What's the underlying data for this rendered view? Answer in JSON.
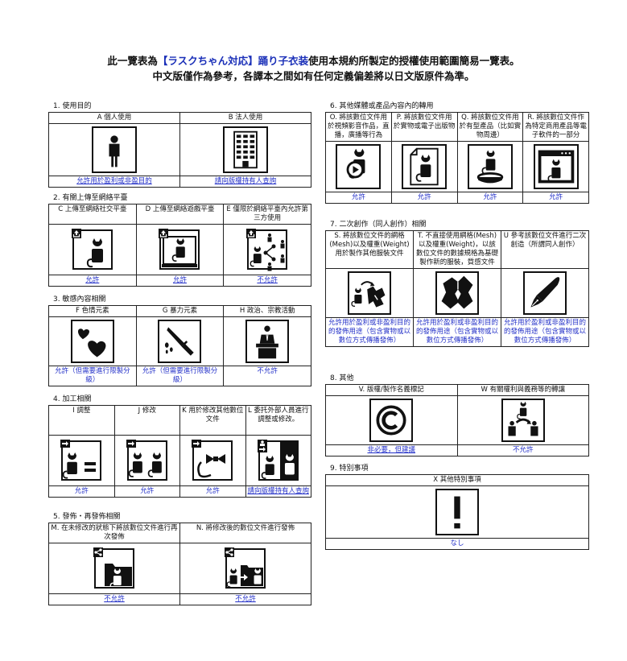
{
  "header": {
    "line1_prefix": "此一覽表為",
    "line1_highlight": "【ラスクちゃん対応】踊り子衣装",
    "line1_suffix": "使用本規約所製定的授權使用範圍簡易一覽表。",
    "line2": "中文版僅作為參考，各譯本之間如有任何定義偏差將以日文版原件為準。",
    "highlight_color": "#1a2fb8",
    "result_color": "#2330c8"
  },
  "sections": {
    "s1": {
      "title": "1. 使用目的",
      "items": [
        {
          "label": "A 個人使用",
          "icon": "person-icon",
          "result": "允許用於盈利或非盈目的"
        },
        {
          "label": "B 法人使用",
          "icon": "building-icon",
          "result": "請向版權持有人查詢"
        }
      ]
    },
    "s2": {
      "title": "2. 有關上傳至網絡平臺",
      "items": [
        {
          "label": "C 上傳至網絡社交平臺",
          "icon": "upload-social-icon",
          "result": "允許"
        },
        {
          "label": "D 上傳至網絡遊戲平臺",
          "icon": "upload-game-icon",
          "result": "允許"
        },
        {
          "label": "E 僅限於網絡平臺內允許第三方使用",
          "icon": "share-third-party-icon",
          "result": "不允許"
        }
      ]
    },
    "s3": {
      "title": "3. 敏感內容相關",
      "items": [
        {
          "label": "F 色情元素",
          "icon": "hearts-icon",
          "result": "允許（但需要進行限製分級）"
        },
        {
          "label": "G 暴力元素",
          "icon": "knife-icon",
          "result": "允許（但需要進行限製分級）"
        },
        {
          "label": "H 政治、宗教活動",
          "icon": "podium-icon",
          "result": "不允許"
        }
      ]
    },
    "s4": {
      "title": "4. 加工相關",
      "items": [
        {
          "label": "I 調整",
          "icon": "adjust-icon",
          "result": "允許"
        },
        {
          "label": "J 修改",
          "icon": "modify-icon",
          "result": "允許"
        },
        {
          "label": "K 用於修改其他數位文件",
          "icon": "bow-icon",
          "result": "允許"
        },
        {
          "label": "L 委托外部人員進行調整或修改。",
          "icon": "outsource-icon",
          "result": "請向版權持有人查詢"
        }
      ]
    },
    "s5": {
      "title": "5. 發佈・再發佈相關",
      "items": [
        {
          "label": "M. 在未修改的狀態下將該數位文件進行再次發佈",
          "icon": "share-folder-icon",
          "result": "不允許"
        },
        {
          "label": "N. 將修改後的數位文件進行發佈",
          "icon": "share-modified-icon",
          "result": "不允許"
        }
      ]
    },
    "s6": {
      "title": "6. 其他媒體或產品內容內的轉用",
      "items": [
        {
          "label": "O. 將該數位文件用於視頻影音作品，直播，廣播等行為",
          "icon": "video-play-icon",
          "result": "允許"
        },
        {
          "label": "P. 將該數位文件用於實物或電子出版物",
          "icon": "document-icon",
          "result": "允許"
        },
        {
          "label": "Q. 將該數位文件用於有型產品（比如實物周邊）",
          "icon": "figure-stand-icon",
          "result": "允許"
        },
        {
          "label": "R. 將該數位文件作為特定商用產品等電子軟件的一部分",
          "icon": "app-window-icon",
          "result": "允許"
        }
      ]
    },
    "s7": {
      "title": "7. 二次創作（同人創作）相關",
      "items": [
        {
          "label": "S. 將該數位文件的網格(Mesh)以及權重(Weight)用於製作其他服裝文件",
          "icon": "mesh-transfer-icon",
          "result": "允許用於盈利或非盈利目的的發佈用途（包含實物或以數位方式傳播發佈）"
        },
        {
          "label": "T. 不直接使用網格(Mesh)以及權重(Weight)，以該數位文件的數據規格為基礎製作新的服裝，質感文件",
          "icon": "clothing-icon",
          "result": "允許用於盈利或非盈利目的的發佈用途（包含實物或以數位方式傳播發佈）"
        },
        {
          "label": "U 參考該數位文件進行二次創造（所謂同人創作）",
          "icon": "pen-nib-icon",
          "result": "允許用於盈利或非盈利目的的發佈用途（包含實物或以數位方式傳播發佈）"
        }
      ]
    },
    "s8": {
      "title": "8. 其他",
      "items": [
        {
          "label": "V. 版權/製作名義標記",
          "icon": "copyright-icon",
          "result": "非必要，但建議"
        },
        {
          "label": "W 有關權利與義務等的轉讓",
          "icon": "transfer-rights-icon",
          "result": "不允許"
        }
      ]
    },
    "s9": {
      "title": "9. 特別事項",
      "items": [
        {
          "label": "X 其他特別事項",
          "icon": "exclamation-icon",
          "result": "なし"
        }
      ]
    }
  }
}
